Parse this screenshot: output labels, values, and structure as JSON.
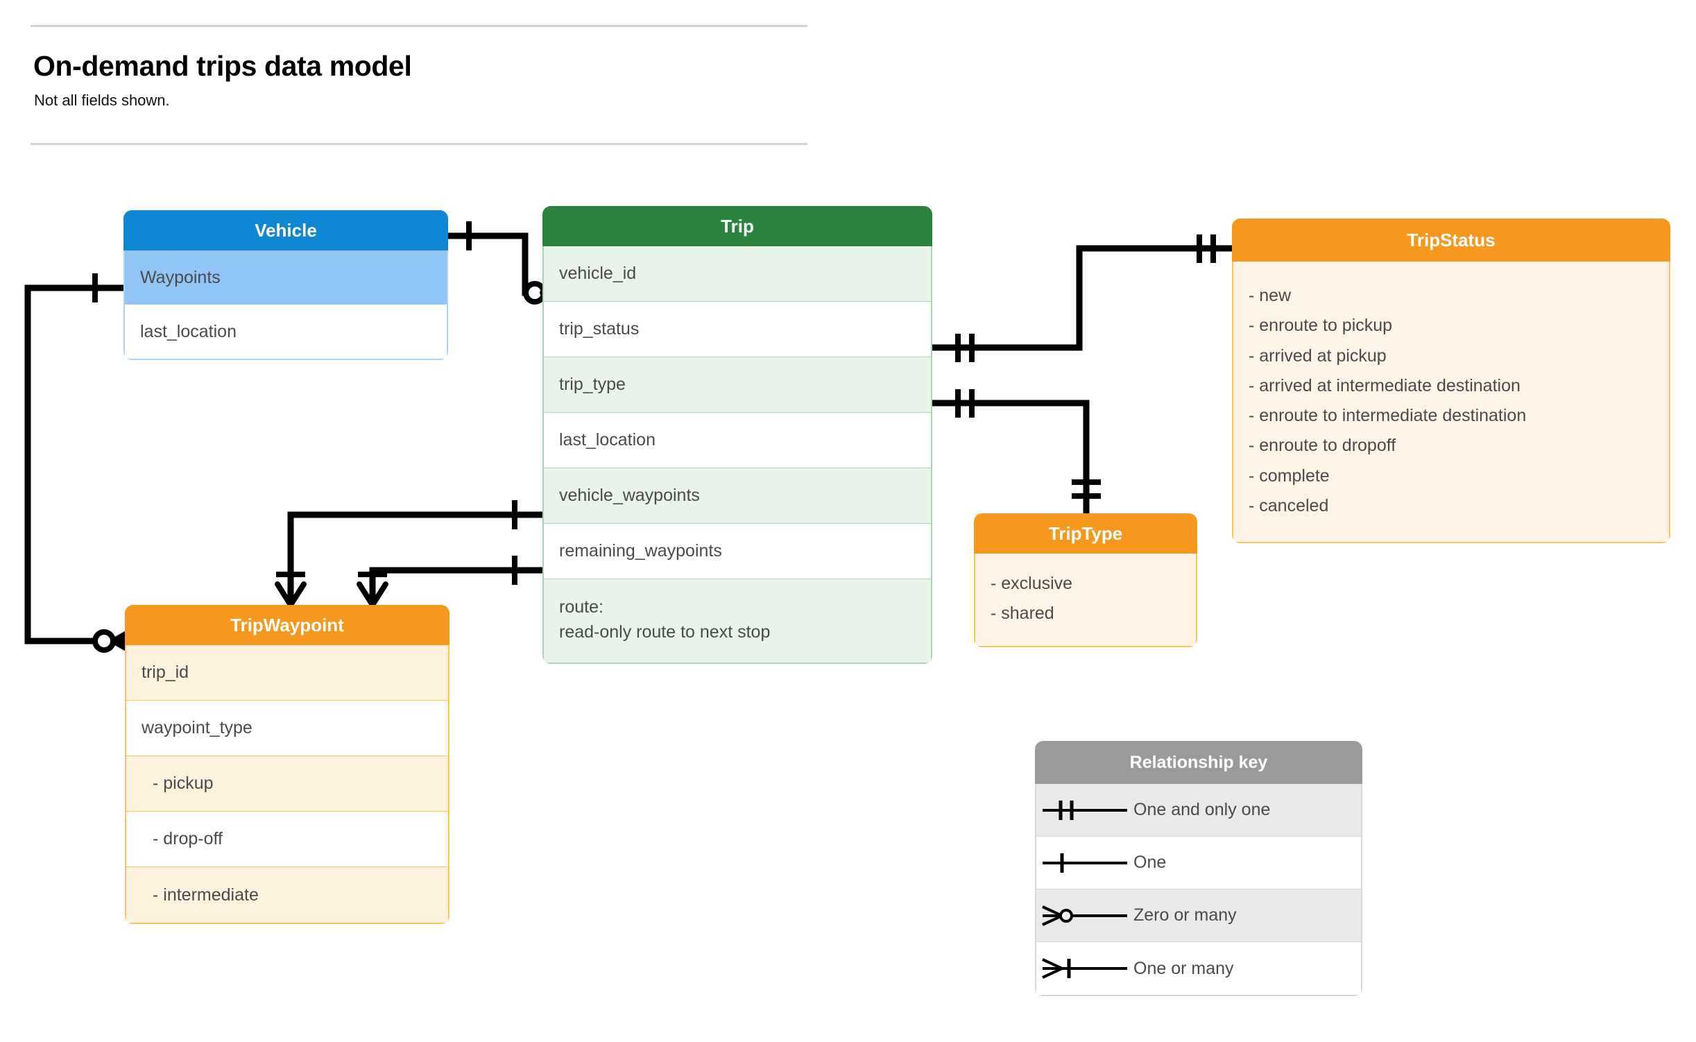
{
  "header": {
    "title": "On-demand trips data model",
    "subtitle": "Not all fields shown."
  },
  "colors": {
    "vehicle_header": "#0d86d4",
    "vehicle_row_alt": "#90c5f5",
    "vehicle_border": "#a9d5f7",
    "trip_header": "#2a8440",
    "trip_row_alt": "#e8f3ea",
    "trip_border": "#a8d5b3",
    "orange_header": "#f6981e",
    "orange_row_alt": "#fdf2de",
    "orange_body": "#fdf4e5",
    "orange_border": "#fcc45c",
    "legend_header": "#9a9a9a",
    "legend_row_alt": "#e9e9e9",
    "text": "#4a4a4a",
    "wire": "#000000"
  },
  "entities": {
    "vehicle": {
      "name": "Vehicle",
      "fields": [
        {
          "label": "Waypoints"
        },
        {
          "label": "last_location"
        }
      ]
    },
    "trip": {
      "name": "Trip",
      "fields": [
        {
          "label": "vehicle_id"
        },
        {
          "label": "trip_status"
        },
        {
          "label": "trip_type"
        },
        {
          "label": "last_location"
        },
        {
          "label": "vehicle_waypoints"
        },
        {
          "label": "remaining_waypoints"
        }
      ],
      "route_line_1": "route:",
      "route_line_2": "read-only route to next stop"
    },
    "trip_waypoint": {
      "name": "TripWaypoint",
      "fields": [
        {
          "label": "trip_id"
        },
        {
          "label": "waypoint_type"
        }
      ],
      "waypoint_type_values": [
        "-  pickup",
        "-  drop-off",
        "-  intermediate"
      ]
    },
    "trip_type": {
      "name": "TripType",
      "values": [
        "- exclusive",
        "- shared"
      ]
    },
    "trip_status": {
      "name": "TripStatus",
      "values": [
        "- new",
        "- enroute to pickup",
        "- arrived at pickup",
        "- arrived at intermediate destination",
        "- enroute to intermediate destination",
        "- enroute to dropoff",
        "- complete",
        "- canceled"
      ]
    }
  },
  "legend": {
    "title": "Relationship key",
    "rows": [
      {
        "symbol": "one-and-only-one",
        "label": "One and only one"
      },
      {
        "symbol": "one",
        "label": "One"
      },
      {
        "symbol": "zero-or-many",
        "label": "Zero or many"
      },
      {
        "symbol": "one-or-many",
        "label": "One or many"
      }
    ]
  },
  "relationships": [
    {
      "from": "Vehicle",
      "from_cardinality": "one",
      "to": "Trip.vehicle_id",
      "to_cardinality": "zero-or-many"
    },
    {
      "from": "Vehicle.Waypoints",
      "from_cardinality": "one",
      "to": "TripWaypoint",
      "to_cardinality": "zero-or-many"
    },
    {
      "from": "Trip.trip_status",
      "from_cardinality": "one-and-only-one",
      "to": "TripStatus",
      "to_cardinality": "one-and-only-one"
    },
    {
      "from": "Trip.trip_type",
      "from_cardinality": "one-and-only-one",
      "to": "TripType",
      "to_cardinality": "one-and-only-one"
    },
    {
      "from": "Trip.vehicle_waypoints",
      "from_cardinality": "one",
      "to": "TripWaypoint",
      "to_cardinality": "one-or-many"
    },
    {
      "from": "Trip.remaining_waypoints",
      "from_cardinality": "one",
      "to": "TripWaypoint",
      "to_cardinality": "one-or-many"
    }
  ]
}
